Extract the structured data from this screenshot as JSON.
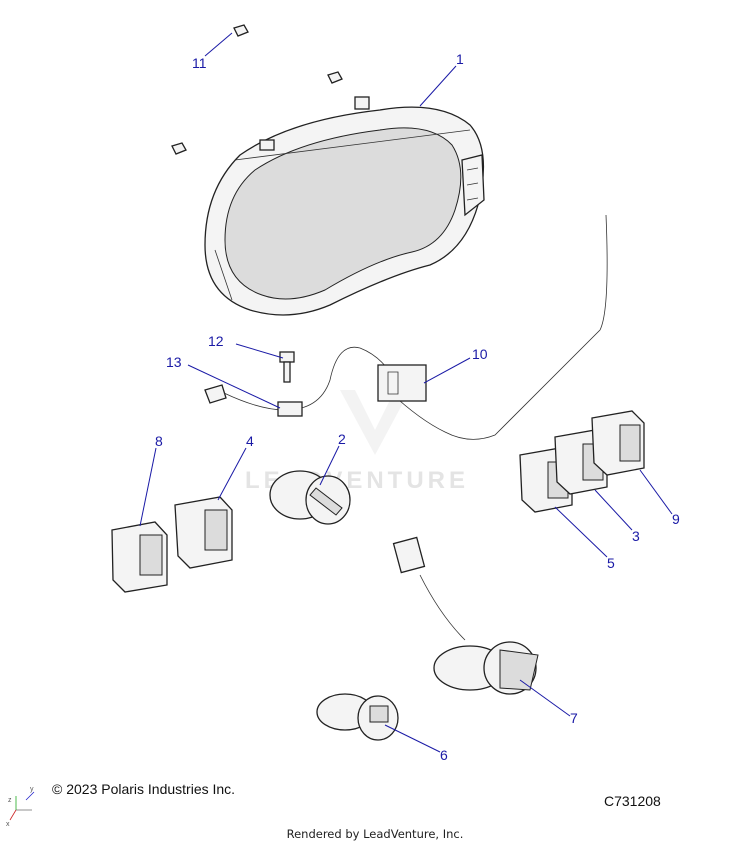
{
  "callouts": [
    {
      "num": "1"
    },
    {
      "num": "2"
    },
    {
      "num": "3"
    },
    {
      "num": "4"
    },
    {
      "num": "5"
    },
    {
      "num": "6"
    },
    {
      "num": "7"
    },
    {
      "num": "8"
    },
    {
      "num": "9"
    },
    {
      "num": "10"
    },
    {
      "num": "11"
    },
    {
      "num": "12"
    },
    {
      "num": "13"
    }
  ],
  "copyright": "© 2023 Polaris Industries Inc.",
  "diagram_code": "C731208",
  "rendered_by": "Rendered by LeadVenture, Inc.",
  "watermark": "LEADVENTURE",
  "axis": {
    "x": "x",
    "y": "y",
    "z": "z"
  },
  "colors": {
    "callout": "#1a1aa6",
    "line": "#222222",
    "watermark": "#e4e4e4"
  }
}
